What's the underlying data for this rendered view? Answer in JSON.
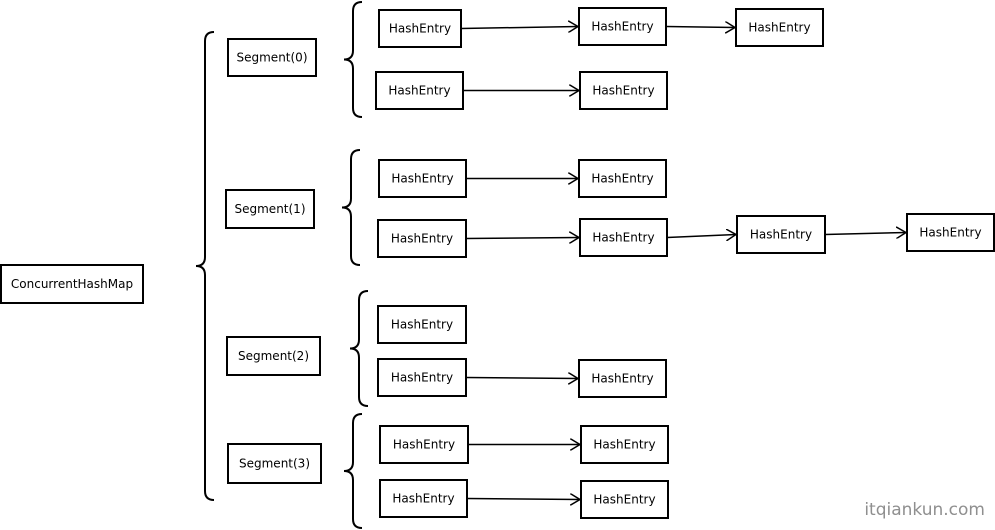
{
  "nodes": [
    {
      "id": "map",
      "label": "ConcurrentHashMap"
    },
    {
      "id": "s0",
      "label": "Segment(0)"
    },
    {
      "id": "s1",
      "label": "Segment(1)"
    },
    {
      "id": "s2",
      "label": "Segment(2)"
    },
    {
      "id": "s3",
      "label": "Segment(3)"
    },
    {
      "id": "e0a",
      "label": "HashEntry"
    },
    {
      "id": "e0b",
      "label": "HashEntry"
    },
    {
      "id": "e0c",
      "label": "HashEntry"
    },
    {
      "id": "e0d",
      "label": "HashEntry"
    },
    {
      "id": "e0e",
      "label": "HashEntry"
    },
    {
      "id": "e1a",
      "label": "HashEntry"
    },
    {
      "id": "e1b",
      "label": "HashEntry"
    },
    {
      "id": "e1c",
      "label": "HashEntry"
    },
    {
      "id": "e1d",
      "label": "HashEntry"
    },
    {
      "id": "e1e",
      "label": "HashEntry"
    },
    {
      "id": "e1f",
      "label": "HashEntry"
    },
    {
      "id": "e2a",
      "label": "HashEntry"
    },
    {
      "id": "e2b",
      "label": "HashEntry"
    },
    {
      "id": "e2c",
      "label": "HashEntry"
    },
    {
      "id": "e3a",
      "label": "HashEntry"
    },
    {
      "id": "e3b",
      "label": "HashEntry"
    },
    {
      "id": "e3c",
      "label": "HashEntry"
    },
    {
      "id": "e3d",
      "label": "HashEntry"
    }
  ],
  "groups": [
    {
      "parent": "map",
      "children": [
        "s0",
        "s1",
        "s2",
        "s3"
      ]
    },
    {
      "parent": "s0",
      "children": [
        "e0a",
        "e0d"
      ]
    },
    {
      "parent": "s1",
      "children": [
        "e1a",
        "e1c"
      ]
    },
    {
      "parent": "s2",
      "children": [
        "e2a",
        "e2b"
      ]
    },
    {
      "parent": "s3",
      "children": [
        "e3a",
        "e3c"
      ]
    }
  ],
  "edges": [
    {
      "from": "e0a",
      "to": "e0b"
    },
    {
      "from": "e0b",
      "to": "e0c"
    },
    {
      "from": "e0d",
      "to": "e0e"
    },
    {
      "from": "e1a",
      "to": "e1b"
    },
    {
      "from": "e1c",
      "to": "e1d"
    },
    {
      "from": "e1d",
      "to": "e1e"
    },
    {
      "from": "e1e",
      "to": "e1f"
    },
    {
      "from": "e2b",
      "to": "e2c"
    },
    {
      "from": "e3a",
      "to": "e3b"
    },
    {
      "from": "e3c",
      "to": "e3d"
    }
  ],
  "watermark": "itqiankun.com",
  "colors": {
    "stroke": "#000000",
    "fill": "#ffffff",
    "watermark": "#8f8f8f"
  }
}
